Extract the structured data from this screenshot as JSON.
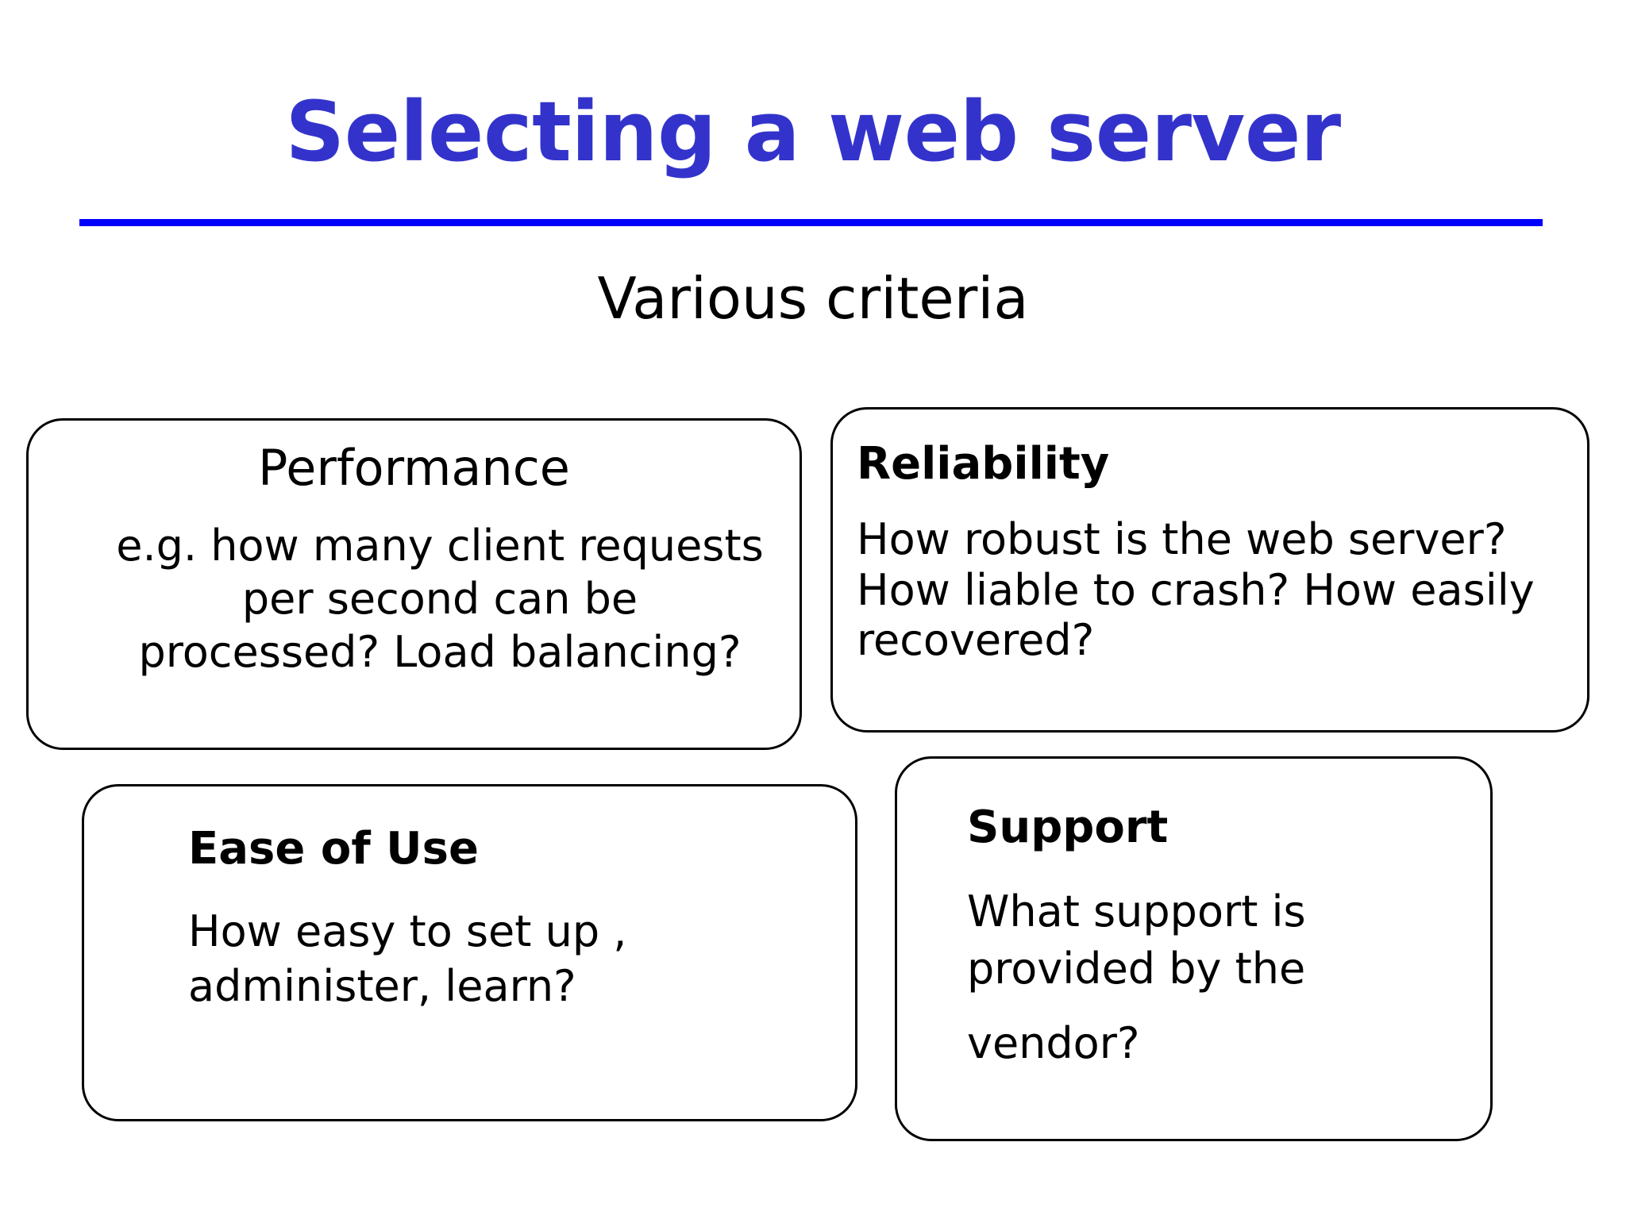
{
  "slide": {
    "title": "Selecting a web server",
    "title_color": "#3333CC",
    "rule_color": "#0000FF",
    "subtitle": "Various criteria",
    "background_color": "#FFFFFF",
    "text_color": "#000000"
  },
  "criteria": [
    {
      "id": "performance",
      "title": "Performance",
      "body_lines": [
        "e.g. how many client requests",
        "per second can be",
        "processed? Load balancing?"
      ],
      "body": "e.g. how many client requests per second can be processed? Load balancing?",
      "title_bold": false,
      "align": "center"
    },
    {
      "id": "reliability",
      "title": "Reliability",
      "body_lines": [
        "How robust is the web server?",
        "How liable to crash? How easily",
        "recovered?"
      ],
      "body": "How robust is the web server? How liable to crash? How easily recovered?",
      "title_bold": true,
      "align": "left"
    },
    {
      "id": "ease-of-use",
      "title": "Ease of Use",
      "body_lines": [
        "How easy to set up ,",
        "administer, learn?"
      ],
      "body": "How easy to set up , administer, learn?",
      "title_bold": true,
      "align": "left"
    },
    {
      "id": "support",
      "title": "Support",
      "body_lines": [
        "What support is",
        "provided by the",
        "vendor?"
      ],
      "body": "What support is provided by the vendor?",
      "title_bold": true,
      "align": "left"
    }
  ]
}
